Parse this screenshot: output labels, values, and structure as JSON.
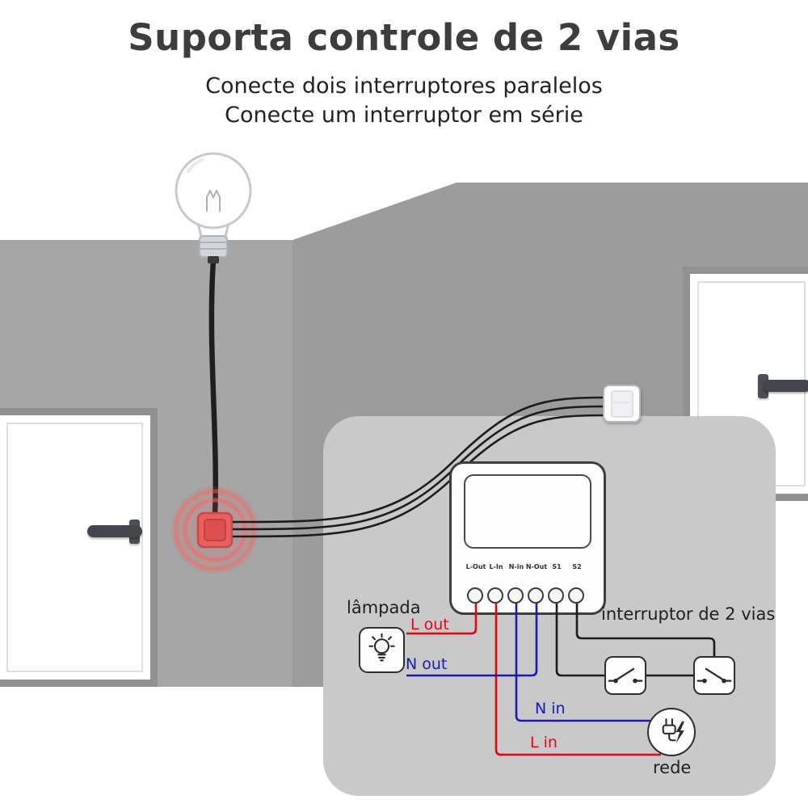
{
  "header": {
    "title": "Suporta controle de 2 vias",
    "subtitle_line1": "Conecte dois interruptores paralelos",
    "subtitle_line2": "Conecte um interruptor em série"
  },
  "diagram": {
    "terminals": [
      "L-Out",
      "L-In",
      "N-in",
      "N-Out",
      "S1",
      "S2"
    ],
    "labels": {
      "lamp": "lâmpada",
      "l_out": "L out",
      "n_out": "N out",
      "two_way_switch": "interruptor de 2 vias",
      "n_in": "N in",
      "l_in": "L in",
      "power": "rede"
    },
    "colors": {
      "live_wire": "#e30613",
      "neutral_wire": "#1b1bb3",
      "switch_wire": "#1c1c1c",
      "button_glow": "#f25a5a"
    }
  },
  "scene": {
    "colors": {
      "wall_left": "#a6a6a6",
      "wall_right": "#9c9c9c",
      "panel": "#c9c9c9"
    }
  }
}
